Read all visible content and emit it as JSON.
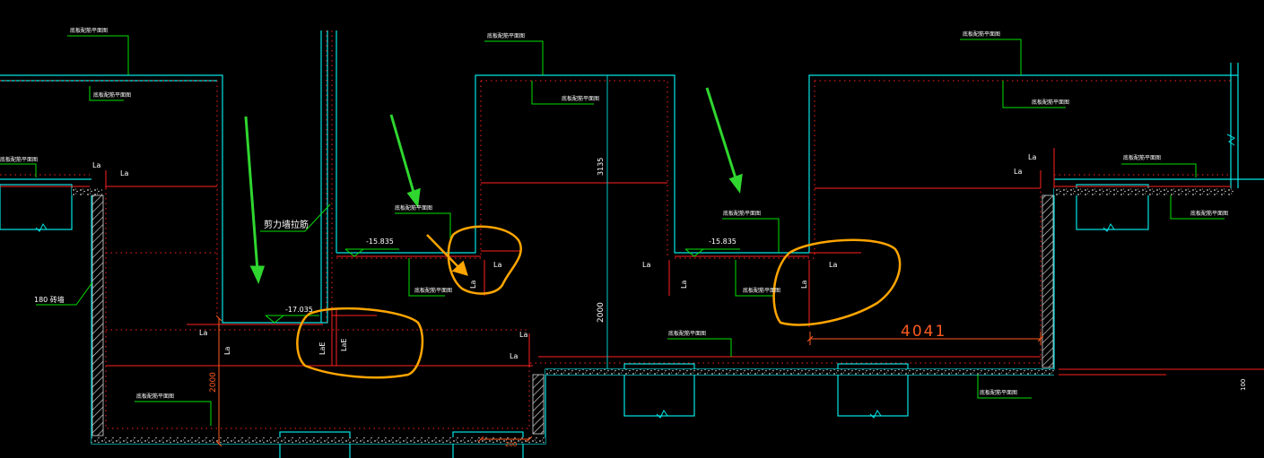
{
  "labels": {
    "rebar_label": "底板配筋平面图",
    "la": "La",
    "lae": "LaE",
    "shear_wall_tie": "剪力墙拉筋",
    "wall_180": "180 砖墙"
  },
  "elevations": {
    "e1": "-15.835",
    "e2": "-15.835",
    "e3": "-17.035"
  },
  "dimensions": {
    "d4041": "4041",
    "d2000_left": "2000",
    "d2000_mid": "2000",
    "d3135": "3135",
    "d200": "200",
    "d100": "100"
  },
  "colors": {
    "background": "#000000",
    "wall_outline": "#00E5E5",
    "rebar": "#FF2020",
    "leader": "#00E000",
    "dimension": "#FF5A1F",
    "annotation_text": "#FFFFFF",
    "highlight_circle": "#FFA500",
    "arrow_green": "#2FD62F"
  }
}
